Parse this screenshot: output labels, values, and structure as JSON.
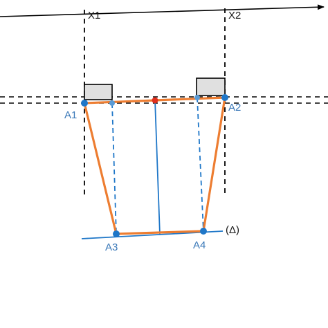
{
  "labels": {
    "x1": "X1",
    "x2": "X2",
    "a1": "A1",
    "a2": "A2",
    "a3": "A3",
    "a4": "A4",
    "delta": "(Δ)"
  },
  "colors": {
    "axis": "#000000",
    "dashed": "#000000",
    "orange": "#ed7d31",
    "blue": "#1f77c8",
    "blue_label": "#3a78b8",
    "box_fill": "#e0e0e0",
    "red_point": "#e0301e"
  }
}
